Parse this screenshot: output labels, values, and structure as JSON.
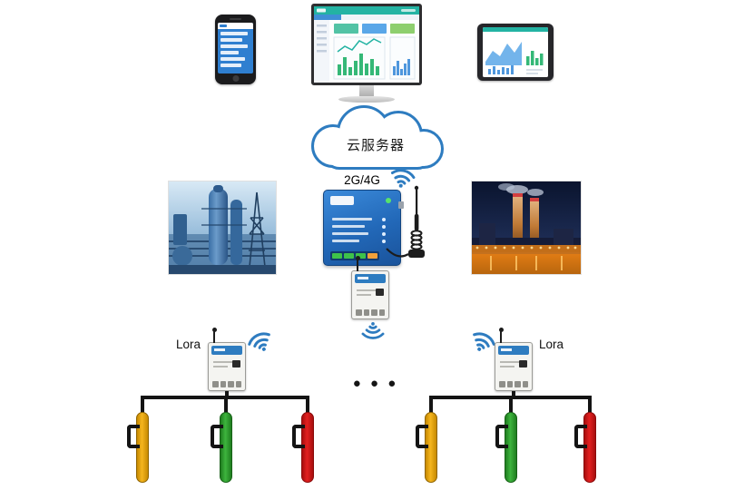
{
  "cloud": {
    "label": "云服务器",
    "outline_color": "#2e7cc0"
  },
  "gateway": {
    "label": "2G/4G",
    "body_color": "#2268b8"
  },
  "lora": {
    "left_label": "Lora",
    "right_label": "Lora"
  },
  "ellipsis": {
    "label": "● ● ●"
  },
  "icons": {
    "wireless": "wifi-icon",
    "antenna": "antenna-icon",
    "current_clamp": "ct-clamp-icon"
  },
  "colors": {
    "wireless_blue": "#2e7cc0",
    "wire_black": "#141414",
    "sensor_yellow": "#f0ad0e",
    "sensor_green": "#33a533",
    "sensor_red": "#d41616"
  }
}
